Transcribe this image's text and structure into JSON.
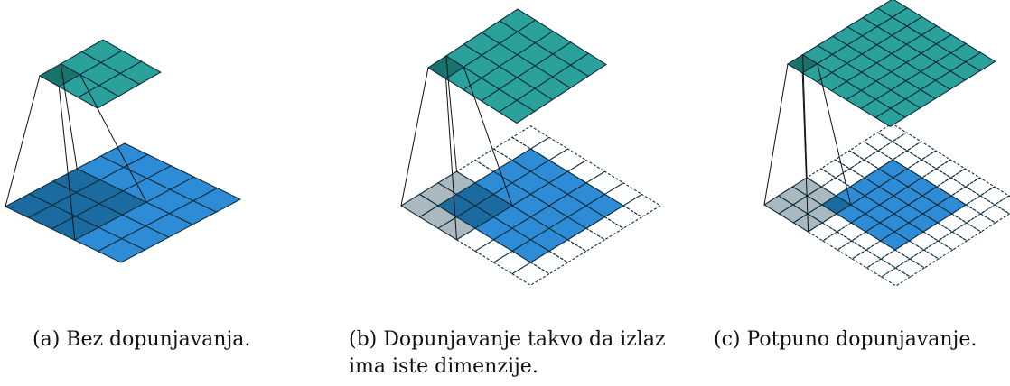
{
  "figure": {
    "panels": [
      {
        "id": "a",
        "caption": "(a) Bez dopunjavanja.",
        "input_size": 5,
        "output_size": 3,
        "padding": 0
      },
      {
        "id": "b",
        "caption": "(b) Dopunjavanje takvo da izlaz ima iste dimenzije.",
        "input_size": 5,
        "output_size": 5,
        "padding": 1
      },
      {
        "id": "c",
        "caption": "(c) Potpuno dopunjavanje.",
        "input_size": 5,
        "output_size": 7,
        "padding": 2
      }
    ]
  },
  "colors": {
    "input": "#2e8cd6",
    "input_window": "#1b6aa0",
    "padding_window": "#aab9c0",
    "output": "#2aa19a",
    "output_active": "#19736c",
    "grid_line": "#0f2f3e",
    "frustum_line": "#111111"
  }
}
